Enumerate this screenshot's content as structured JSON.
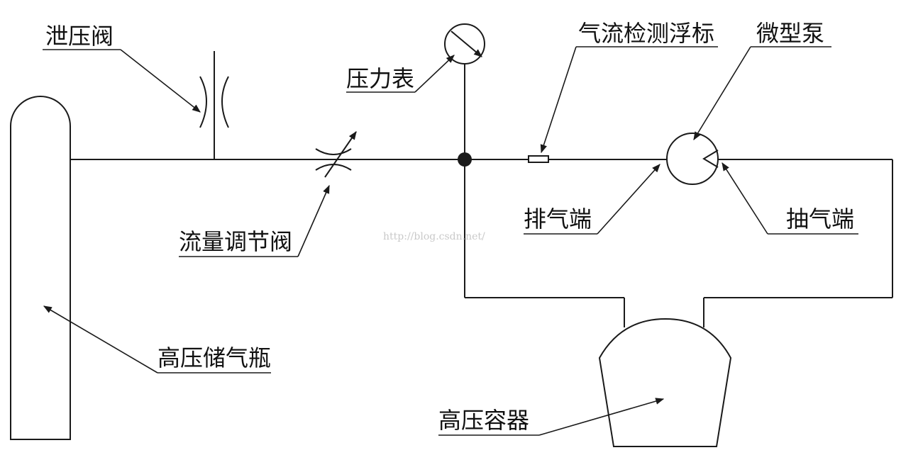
{
  "labels": {
    "relief_valve": "泄压阀",
    "pressure_gauge": "压力表",
    "airflow_float": "气流检测浮标",
    "micro_pump": "微型泵",
    "flow_valve": "流量调节阀",
    "exhaust_port": "排气端",
    "suction_port": "抽气端",
    "storage_cylinder": "高压储气瓶",
    "pressure_vessel": "高压容器"
  },
  "watermark": "http://blog.csdn.net/"
}
